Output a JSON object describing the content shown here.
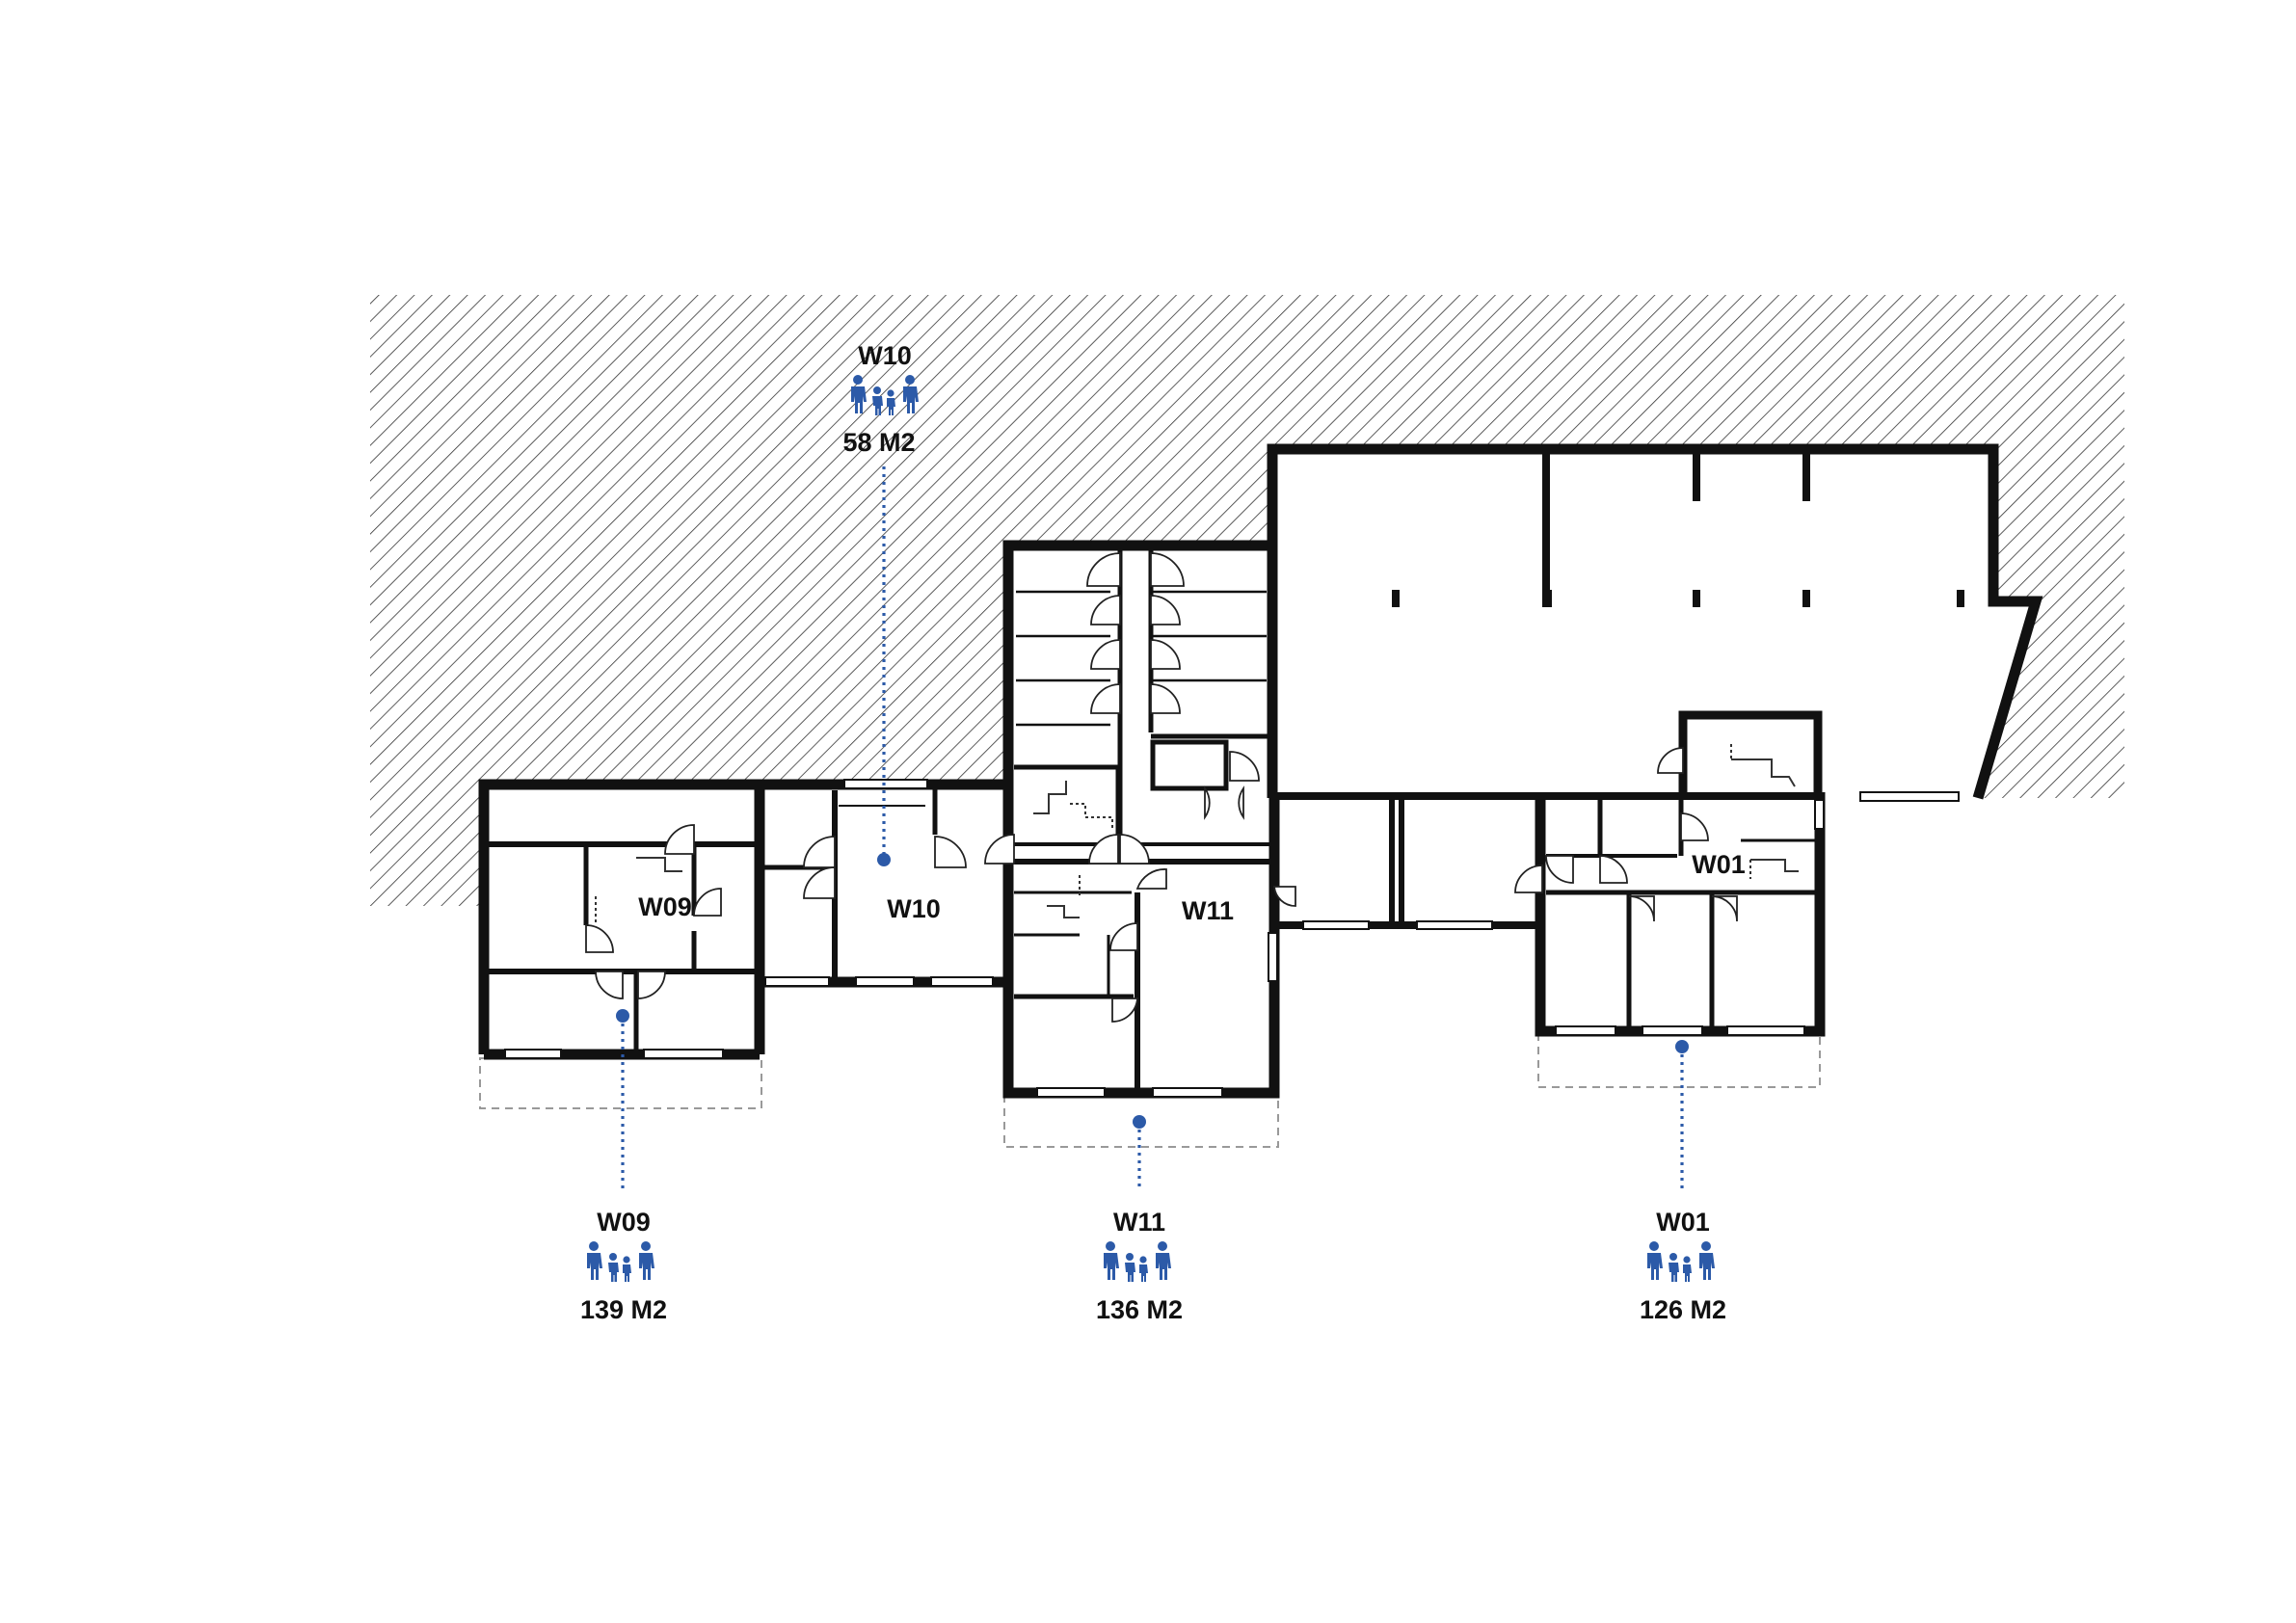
{
  "colors": {
    "accent": "#2c5aa8",
    "walls": "#111111",
    "hatch": "#333333"
  },
  "icons": {
    "family": "family-icon"
  },
  "room_labels": {
    "w09": "W09",
    "w10": "W10",
    "w11": "W11",
    "w01": "W01"
  },
  "callouts": {
    "w10": {
      "id": "W10",
      "area": "58 M2",
      "icon": "family-icon"
    },
    "w09": {
      "id": "W09",
      "area": "139 M2",
      "icon": "family-icon"
    },
    "w11": {
      "id": "W11",
      "area": "136 M2",
      "icon": "family-icon"
    },
    "w01": {
      "id": "W01",
      "area": "126 M2",
      "icon": "family-icon"
    }
  }
}
